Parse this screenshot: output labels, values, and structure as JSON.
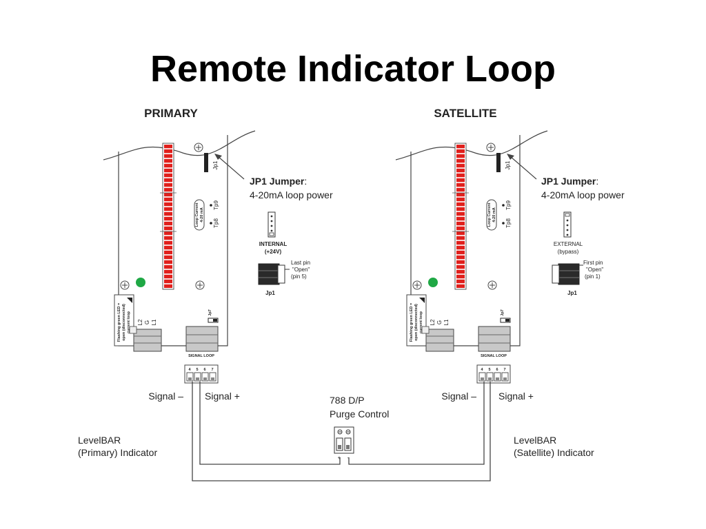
{
  "title": "Remote Indicator Loop",
  "primary": {
    "heading": "PRIMARY",
    "jp1_label": "Jp1",
    "tp9": "Tp9",
    "tp8": "Tp8",
    "loop_current_1": "Loop Current",
    "loop_current_2": "4-20 mA",
    "jp7": "Jp7",
    "signal_loop": "SIGNAL LOOP",
    "terminals": [
      "4",
      "5",
      "6",
      "7"
    ],
    "power_terms": [
      "L2",
      "G",
      "L1"
    ],
    "led_note": [
      "Flashing green LED =",
      "open (disconnected)",
      "current loop"
    ],
    "jumper_title": "JP1 Jumper",
    "jumper_colon": ":",
    "jumper_desc": "4-20mA loop power",
    "setting_1": "INTERNAL",
    "setting_2": "(+24V)",
    "pin_note": [
      "Last pin",
      "\"Open\"",
      "(pin 5)"
    ],
    "jp1_caption": "Jp1",
    "signal_minus": "Signal –",
    "signal_plus": "Signal +",
    "indicator_1": "LevelBAR",
    "indicator_2": "(Primary) Indicator"
  },
  "satellite": {
    "heading": "SATELLITE",
    "jp1_label": "Jp1",
    "tp9": "Tp9",
    "tp8": "Tp8",
    "loop_current_1": "Loop Current",
    "loop_current_2": "4-20 mA",
    "jp7": "Jp7",
    "signal_loop": "SIGNAL LOOP",
    "terminals": [
      "4",
      "5",
      "6",
      "7"
    ],
    "power_terms": [
      "L2",
      "G",
      "L1"
    ],
    "led_note": [
      "Flashing green LED =",
      "open (disconnected)",
      "current loop"
    ],
    "jumper_title": "JP1 Jumper",
    "jumper_colon": ":",
    "jumper_desc": "4-20mA loop power",
    "setting_1": "EXTERNAL",
    "setting_2": "(bypass)",
    "pin_note": [
      "First pin",
      "\"Open\"",
      "(pin 1)"
    ],
    "jp1_caption": "Jp1",
    "signal_minus": "Signal –",
    "signal_plus": "Signal +",
    "indicator_1": "LevelBAR",
    "indicator_2": "(Satellite) Indicator"
  },
  "purge": {
    "line1": "788 D/P",
    "line2": "Purge Control",
    "plus": "+",
    "minus": "-"
  },
  "colors": {
    "led_bar": "#e0201c",
    "status_led": "#1fa845",
    "line": "#444444"
  }
}
